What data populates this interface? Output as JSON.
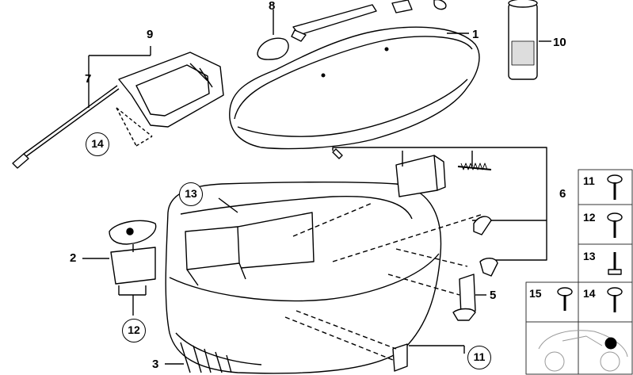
{
  "callouts": {
    "c1": "1",
    "c2": "2",
    "c3": "3",
    "c5": "5",
    "c6": "6",
    "c7": "7",
    "c8": "8",
    "c9": "9",
    "c10": "10",
    "circle_14": "14",
    "circle_13": "13",
    "circle_12": "12",
    "circle_11": "11"
  },
  "screw_panel": {
    "p11": "11",
    "p12": "12",
    "p13": "13",
    "p15": "15",
    "p14": "14"
  }
}
